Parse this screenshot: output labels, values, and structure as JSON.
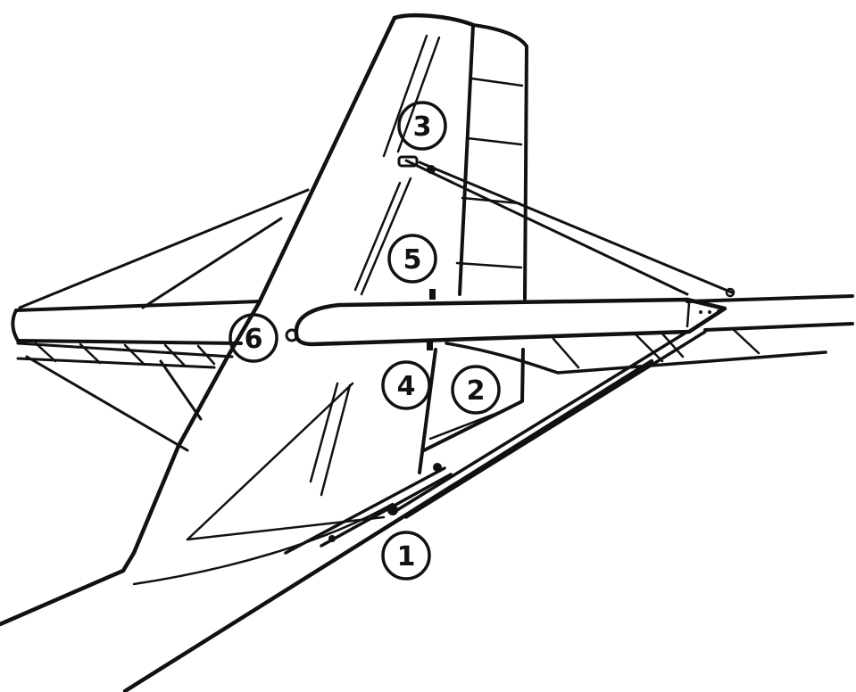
{
  "diagram": {
    "style": "black ink line drawing on white",
    "ink_color": "#111111",
    "background_color": "#ffffff",
    "callouts": [
      {
        "id": "1",
        "label": "1"
      },
      {
        "id": "2",
        "label": "2"
      },
      {
        "id": "3",
        "label": "3"
      },
      {
        "id": "4",
        "label": "4"
      },
      {
        "id": "5",
        "label": "5"
      },
      {
        "id": "6",
        "label": "6"
      }
    ]
  }
}
